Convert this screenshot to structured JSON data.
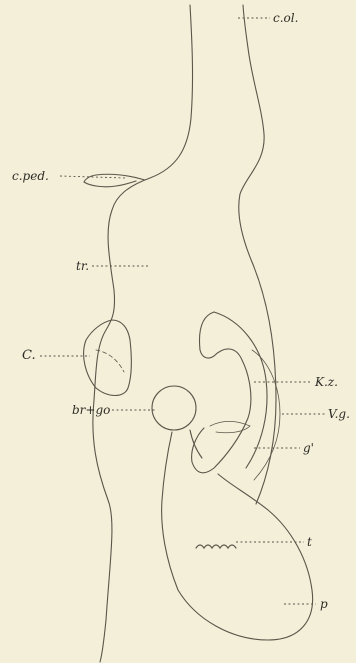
{
  "figure": {
    "labels": {
      "c_ol": "c.ol.",
      "c_ped": "c.ped.",
      "tr": "tr.",
      "c": "C.",
      "br_go": "br+go",
      "k_z": "K.z.",
      "v_g": "V.g.",
      "g_prime": "g'",
      "t": "t",
      "p": "p"
    },
    "colors": {
      "background": "#f3efd9",
      "outline": "#5a564a",
      "leader": "#5a564a",
      "label": "#2e2c26"
    }
  }
}
